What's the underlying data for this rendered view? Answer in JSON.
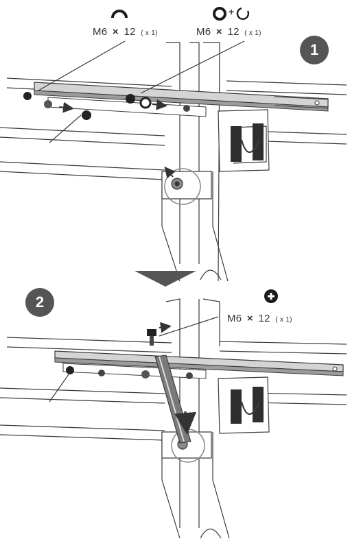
{
  "colors": {
    "line": "#3a3a3a",
    "rail_fill": "#d4d4d4",
    "rail_dark": "#9c9c9c",
    "badge": "#555555",
    "arrow": "#555555",
    "background": "#ffffff"
  },
  "step1": {
    "badge": "1",
    "icon_left": "nut-open-icon",
    "icon_right": "washer-plus-lock-washer-icon",
    "left_label": {
      "size": "M6",
      "times": "×",
      "length": "12",
      "qty": "( x 1)"
    },
    "right_label": {
      "size": "M6",
      "times": "×",
      "length": "12",
      "qty": "( x 1)"
    },
    "plus": "+"
  },
  "step2": {
    "badge": "2",
    "icon": "bolt-head-icon",
    "label": {
      "size": "M6",
      "times": "×",
      "length": "12",
      "qty": "( x 1)"
    }
  }
}
